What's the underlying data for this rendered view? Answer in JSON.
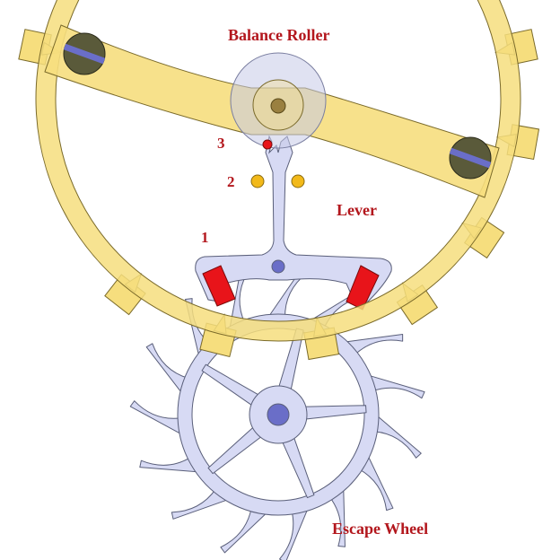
{
  "labels": {
    "balance_roller": "Balance Roller",
    "lever": "Lever",
    "escape_wheel": "Escape Wheel",
    "n1": "1",
    "n2": "2",
    "n3": "3"
  },
  "parts": {
    "balance_wheel": "balance-wheel",
    "balance_arm": "balance-arm",
    "timing_screw": "timing-screw",
    "roller": "balance-roller",
    "impulse_jewel": "impulse-jewel",
    "banking_pin": "banking-pin",
    "lever": "lever",
    "pallet_stone": "pallet-stone",
    "escape_wheel": "escape-wheel"
  },
  "colors": {
    "brass": "#f6de7e",
    "brass_stroke": "#7a6a2a",
    "steel": "#d7daf4",
    "steel_stroke": "#5a5f7a",
    "arbor": "#6a6ec8",
    "jewel": "#e8141a",
    "pin": "#f2b91a",
    "roller": "#c6cae8",
    "label": "#b3171d",
    "screw_head": "#5a5a3a",
    "screw_slot": "#6a6ec8"
  },
  "escape_wheel_teeth": 15,
  "balance_lugs": 12
}
